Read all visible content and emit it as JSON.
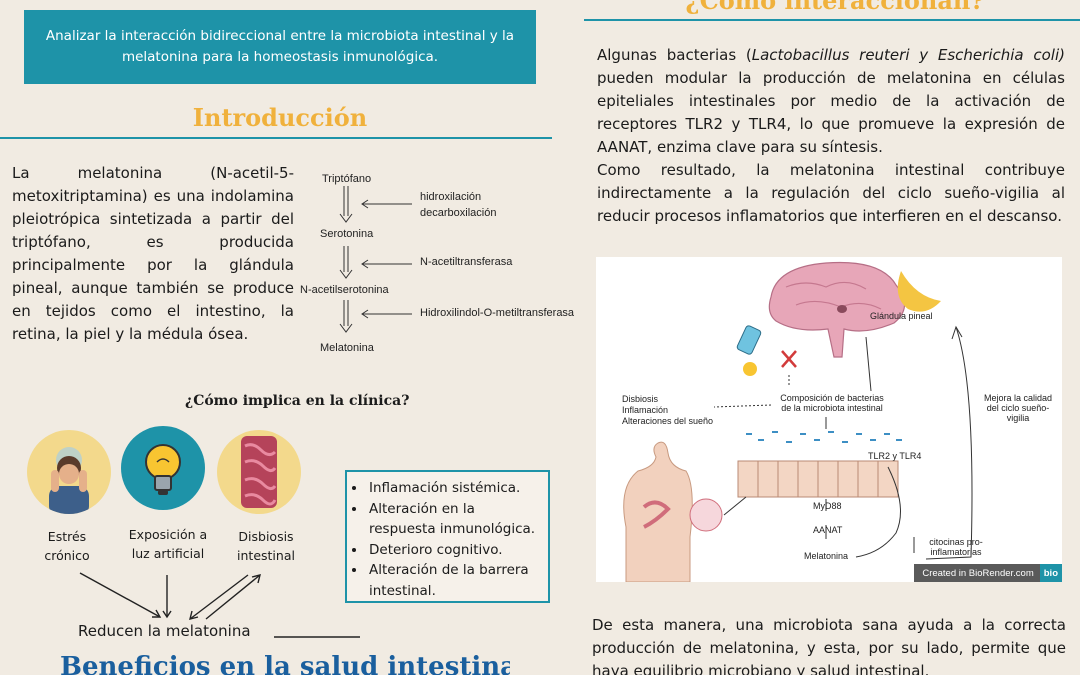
{
  "objective": "Analizar la interacción bidireccional entre la microbiota intestinal y la melatonina para la homeostasis inmunológica.",
  "right_heading_top": "¿Cómo interaccionan?",
  "introduccion": {
    "title": "Introducción",
    "text": "La melatonina (N-acetil-5-metoxitriptamina) es una indolamina pleiotrópica sintetizada a partir del triptófano, es producida principalmente por la glándula pineal, aunque también se produce en tejidos como el intestino, la retina, la piel y la médula ósea."
  },
  "pathway": {
    "compounds": [
      "Triptófano",
      "Serotonina",
      "N-acetilserotonina",
      "Melatonina"
    ],
    "enzymes": [
      "hidroxilación",
      "decarboxilación",
      "N-acetiltransferasa",
      "Hidroxilindol-O-metiltransferasa"
    ]
  },
  "clinica": {
    "title": "¿Cómo implica en la clínica?",
    "causes": [
      "Estrés crónico",
      "Exposición a luz artificial",
      "Disbiosis intestinal"
    ],
    "result": "Reducen la melatonina",
    "effects": [
      "Inflamación sistémica.",
      "Alteración en la respuesta inmunológica.",
      "Deterioro cognitivo.",
      "Alteración de la barrera intestinal."
    ]
  },
  "beneficios_title": "Beneficios en la salud intestinal",
  "interaccion": {
    "p1_prefix": "Algunas bacterias (",
    "p1_species": "Lactobacillus reuteri y Escherichia coli)",
    "p1_suffix": " pueden modular la producción de melatonina en células epiteliales intestinales por medio de la activación de receptores TLR2 y TLR4, lo que promueve la expresión de AANAT, enzima clave para su síntesis.",
    "p2": "Como resultado, la melatonina intestinal contribuye indirectamente a la regulación del ciclo sueño-vigilia al reducir procesos inflamatorios que interfieren en el descanso.",
    "conclusion": "De esta manera, una microbiota sana ayuda a la correcta producción de melatonina, y esta, por su lado, permite que haya equilibrio microbiano y salud intestinal."
  },
  "figure": {
    "pineal": "Glándula pineal",
    "effects": [
      "Disbiosis",
      "Inflamación",
      "Alteraciones del sueño"
    ],
    "composition": "Composición de bacterias de la microbiota intestinal",
    "receptors": "TLR2 y TLR4",
    "myd88": "MyD88",
    "aanat": "AANAT",
    "melatonina": "Melatonina",
    "citocinas": "citocinas pro-inflamatorias",
    "mejora": "Mejora la calidad del ciclo sueño-vigilia",
    "credit": "Created in BioRender.com",
    "credit_logo": "bio"
  },
  "colors": {
    "accent": "#1e93a8",
    "heading": "#f0b13c",
    "blue_heading": "#1a5f9e"
  }
}
